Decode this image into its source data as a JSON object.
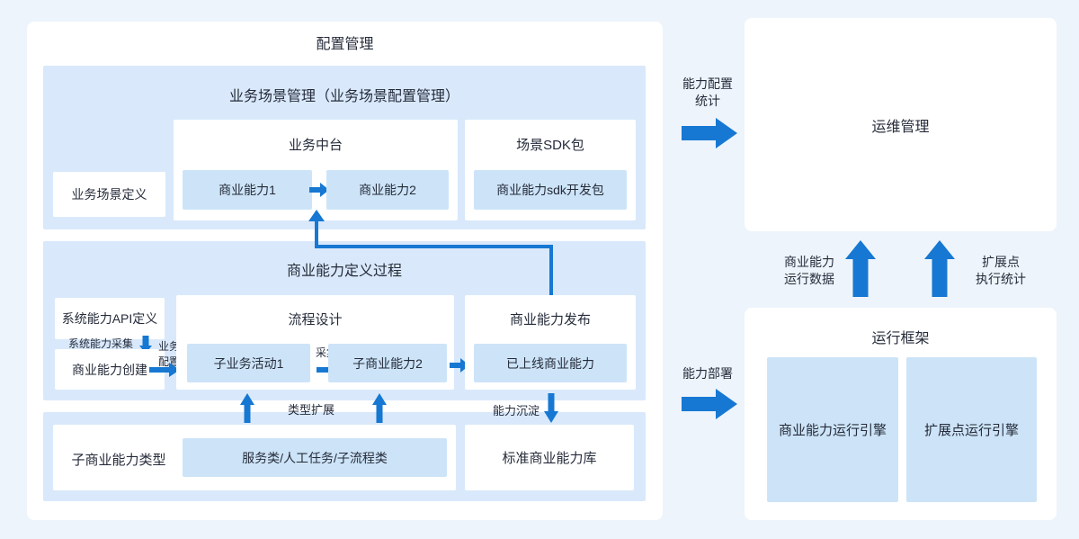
{
  "colors": {
    "page_bg": "#edf4fb",
    "panel": "#ffffff",
    "section": "#d9e9fb",
    "box": "#cde4f8",
    "accent": "#1678d2",
    "text": "#252b3a"
  },
  "config_panel": {
    "title": "配置管理",
    "scenario": {
      "title": "业务场景管理（业务场景配置管理）",
      "scenario_def": "业务场景定义",
      "mid_platform": {
        "title": "业务中台",
        "cap1": "商业能力1",
        "cap2": "商业能力2"
      },
      "sdk": {
        "title": "场景SDK包",
        "pkg": "商业能力sdk开发包"
      }
    },
    "definition": {
      "title": "商业能力定义过程",
      "api_def": "系统能力API定义",
      "collect_label": "系统能力采集",
      "create": "商业能力创建",
      "biz_config": {
        "line1": "业务",
        "line2": "配置"
      },
      "process_design": {
        "title": "流程设计",
        "activity1": "子业务活动1",
        "collect_label": "采集",
        "subcap2": "子商业能力2"
      },
      "publish": {
        "title": "商业能力发布",
        "online": "已上线商业能力"
      }
    },
    "types": {
      "type_box": "子商业能力类型",
      "type_list": "服务类/人工任务/子流程类",
      "extend_label": "类型扩展",
      "settle_label": "能力沉淀",
      "standard_lib": "标准商业能力库"
    }
  },
  "flows": {
    "config_stat": {
      "line1": "能力配置",
      "line2": "统计"
    },
    "deploy": "能力部署",
    "run_data": {
      "line1": "商业能力",
      "line2": "运行数据"
    },
    "ext_stat": {
      "line1": "扩展点",
      "line2": "执行统计"
    }
  },
  "ops_panel": {
    "title": "运维管理"
  },
  "runtime_panel": {
    "title": "运行框架",
    "cap_engine": "商业能力运行引擎",
    "ext_engine": "扩展点运行引擎"
  }
}
